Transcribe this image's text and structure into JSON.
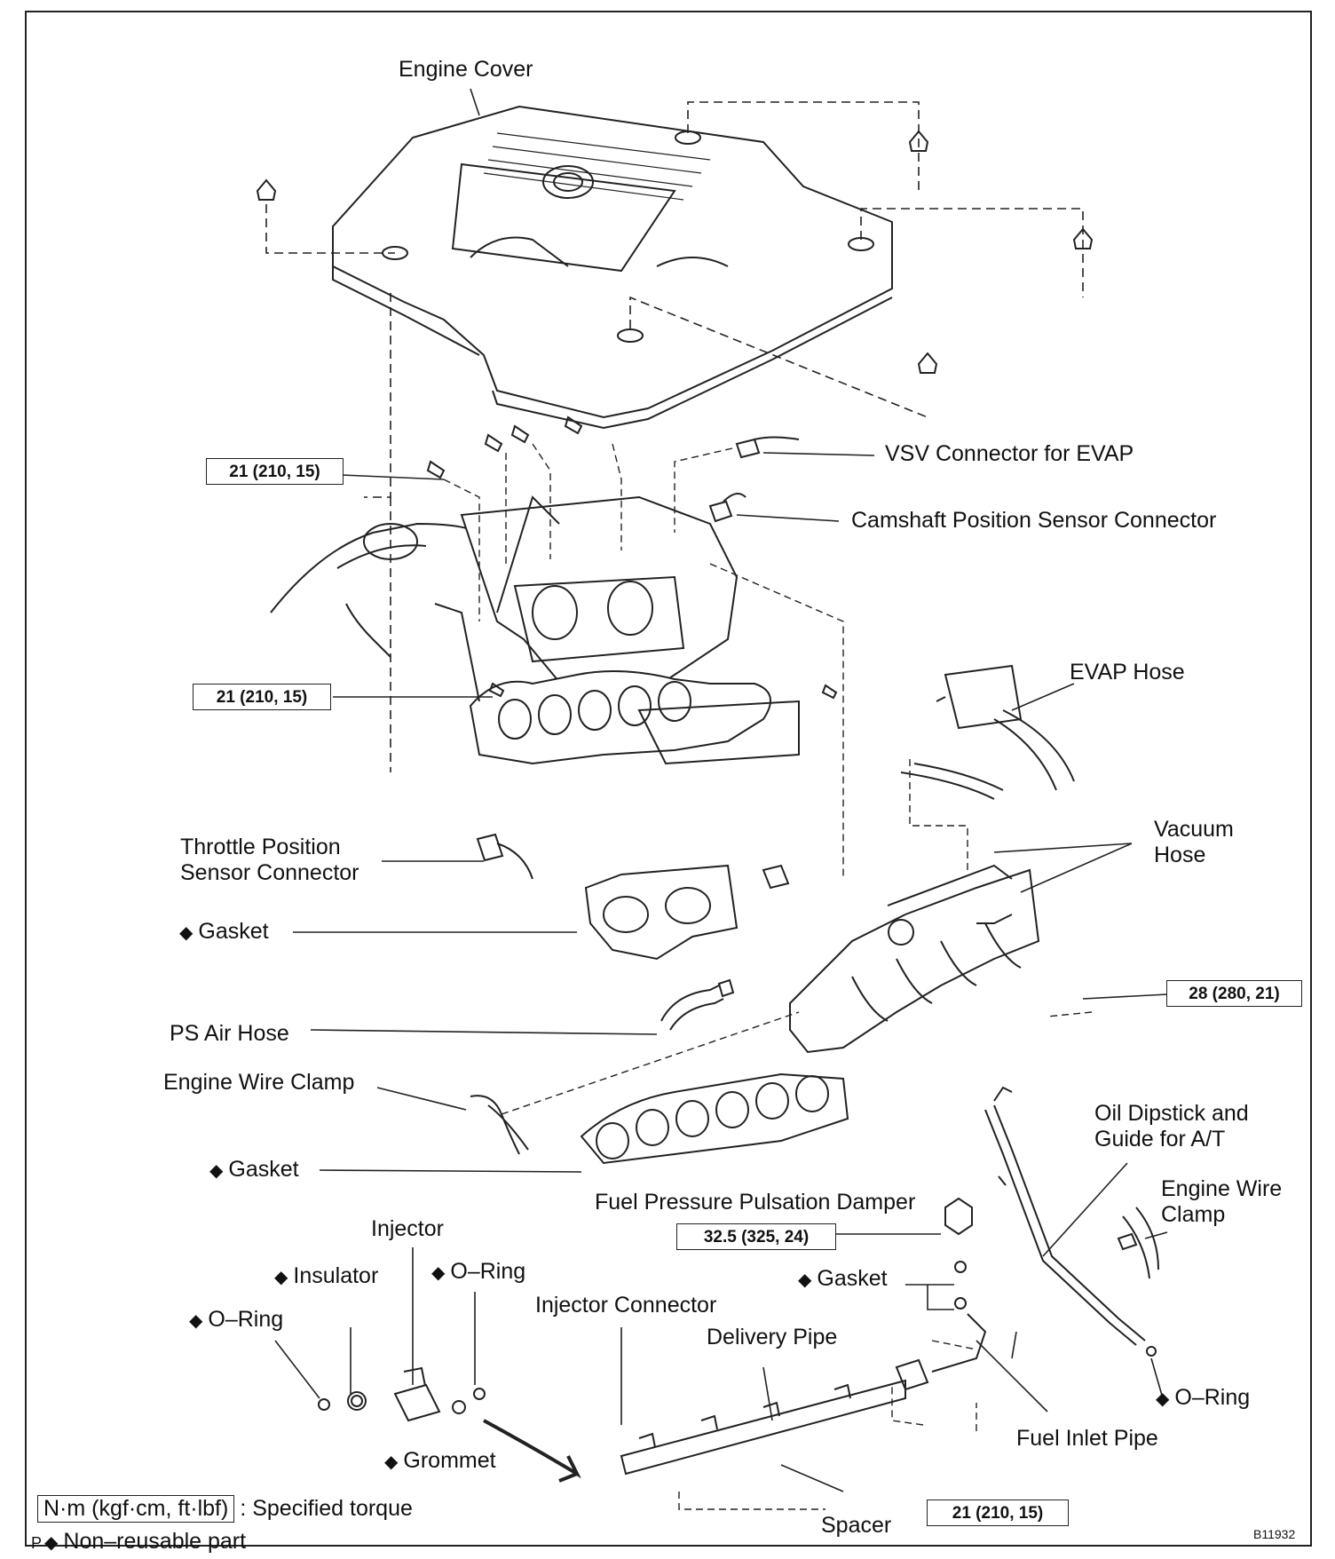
{
  "labels": {
    "engine_cover": "Engine Cover",
    "vsv_connector": "VSV Connector for EVAP",
    "camshaft_connector": "Camshaft Position Sensor Connector",
    "evap_hose": "EVAP Hose",
    "vacuum_hose": "Vacuum Hose",
    "throttle_connector": "Throttle Position Sensor Connector",
    "gasket_1": "Gasket",
    "ps_air_hose": "PS Air Hose",
    "engine_wire_clamp_1": "Engine Wire Clamp",
    "gasket_2": "Gasket",
    "oil_dipstick": "Oil Dipstick and Guide for A/T",
    "engine_wire_clamp_2": "Engine Wire Clamp",
    "fuel_damper": "Fuel Pressure Pulsation Damper",
    "injector": "Injector",
    "insulator": "Insulator",
    "oring_1": "O–Ring",
    "oring_2": "O–Ring",
    "gasket_3": "Gasket",
    "injector_connector": "Injector Connector",
    "delivery_pipe": "Delivery Pipe",
    "oring_3": "O–Ring",
    "grommet": "Grommet",
    "fuel_inlet_pipe": "Fuel Inlet Pipe",
    "spacer": "Spacer"
  },
  "torques": {
    "t1": "21 (210, 15)",
    "t2": "21 (210, 15)",
    "t3": "28 (280, 21)",
    "t4": "32.5 (325, 24)",
    "t5": "21 (210, 15)"
  },
  "legend": {
    "unit": "N·m (kgf·cm, ft·lbf)",
    "specified": ": Specified torque",
    "non_reusable": "Non–reusable part",
    "diamond": "◆"
  },
  "corner_letter": "P",
  "figure_code": "B11932"
}
